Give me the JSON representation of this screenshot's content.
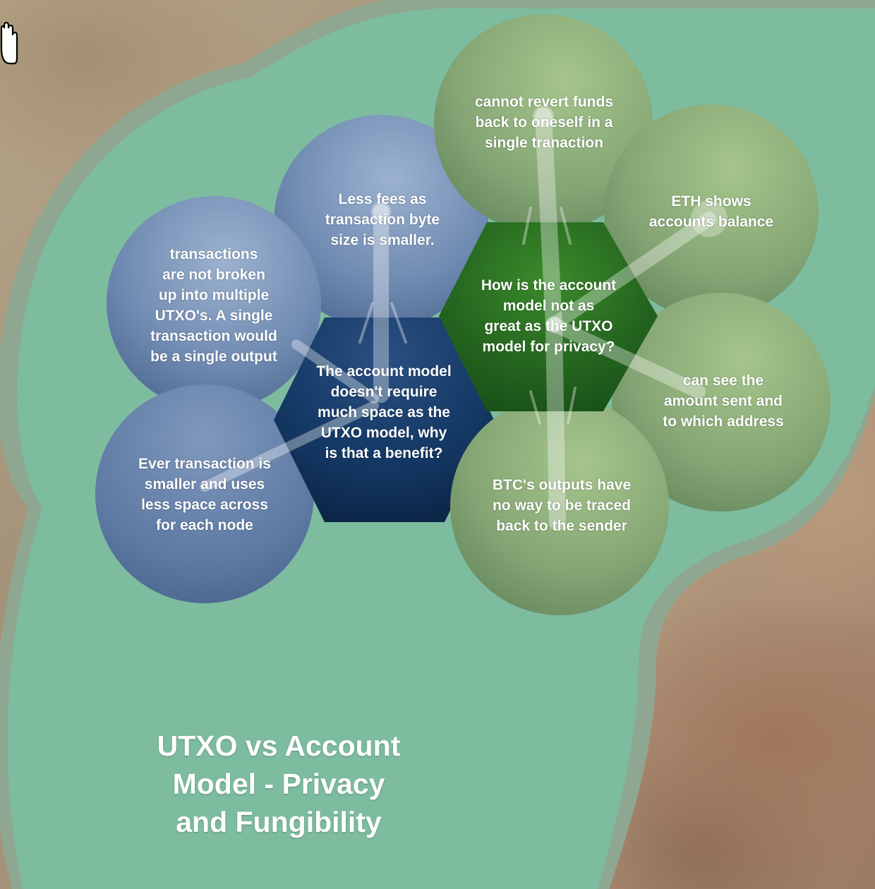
{
  "map": {
    "title": "UTXO vs Account\nModel - Privacy\nand Fungibility",
    "colors": {
      "region_fill": "#7dbc9f",
      "region_border": "#8fa790",
      "blue_bubble": "#6f8ab1",
      "dark_blue_center": "#123560",
      "green_bubble": "#86a775",
      "dark_green_center": "#24641f"
    }
  },
  "blue_cluster": {
    "center": "The account model\ndoesn't require\nmuch space as the\nUTXO model, why\nis that a benefit?",
    "nodes": [
      "Less fees as\ntransaction byte\nsize is smaller.",
      "transactions\nare not broken\nup into multiple\nUTXO's. A single\ntransaction would\nbe a single output",
      "Ever transaction is\nsmaller and uses\nless space across\nfor each node"
    ]
  },
  "green_cluster": {
    "center": "How is the account\nmodel not as\ngreat as the UTXO\nmodel for privacy?",
    "nodes": [
      "cannot revert funds\nback to oneself in a\nsingle tranaction",
      "ETH shows\naccounts balance",
      "can see the\namount sent and\nto which address",
      "BTC's outputs have\nno way to be traced\nback to the sender"
    ]
  },
  "cursor": {
    "icon": "hand-cursor-icon"
  }
}
